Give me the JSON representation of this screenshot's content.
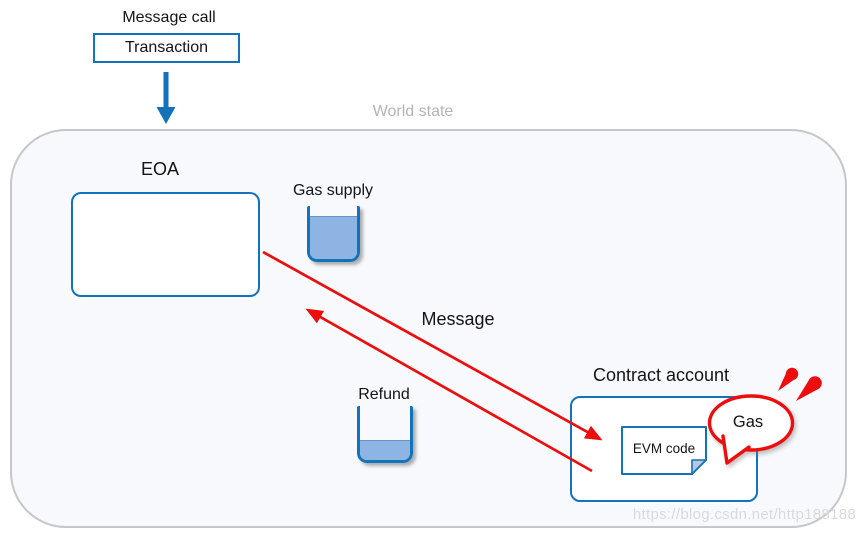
{
  "header": {
    "message_call": "Message call",
    "transaction": "Transaction"
  },
  "world_state": {
    "label": "World state",
    "eoa": {
      "label": "EOA"
    },
    "gas_supply": {
      "label": "Gas supply",
      "fill_percent": 80
    },
    "refund": {
      "label": "Refund",
      "fill_percent": 36
    },
    "message_label": "Message",
    "contract": {
      "label": "Contract account",
      "evm_code": "EVM code"
    },
    "gas_bubble": {
      "label": "Gas"
    }
  },
  "watermark": "https://blog.csdn.net/http188188",
  "colors": {
    "accent_blue": "#1272ba",
    "cup_fill_blue": "#8db4e2",
    "alert_red": "#ee0d0d",
    "container_border_gray": "#c6c7ca",
    "world_state_text_gray": "#b2b4ba",
    "watermark_gray": "#d9dadc",
    "note_fold_fill": "#b7c6de",
    "world_bg": "#f7f9fc"
  }
}
